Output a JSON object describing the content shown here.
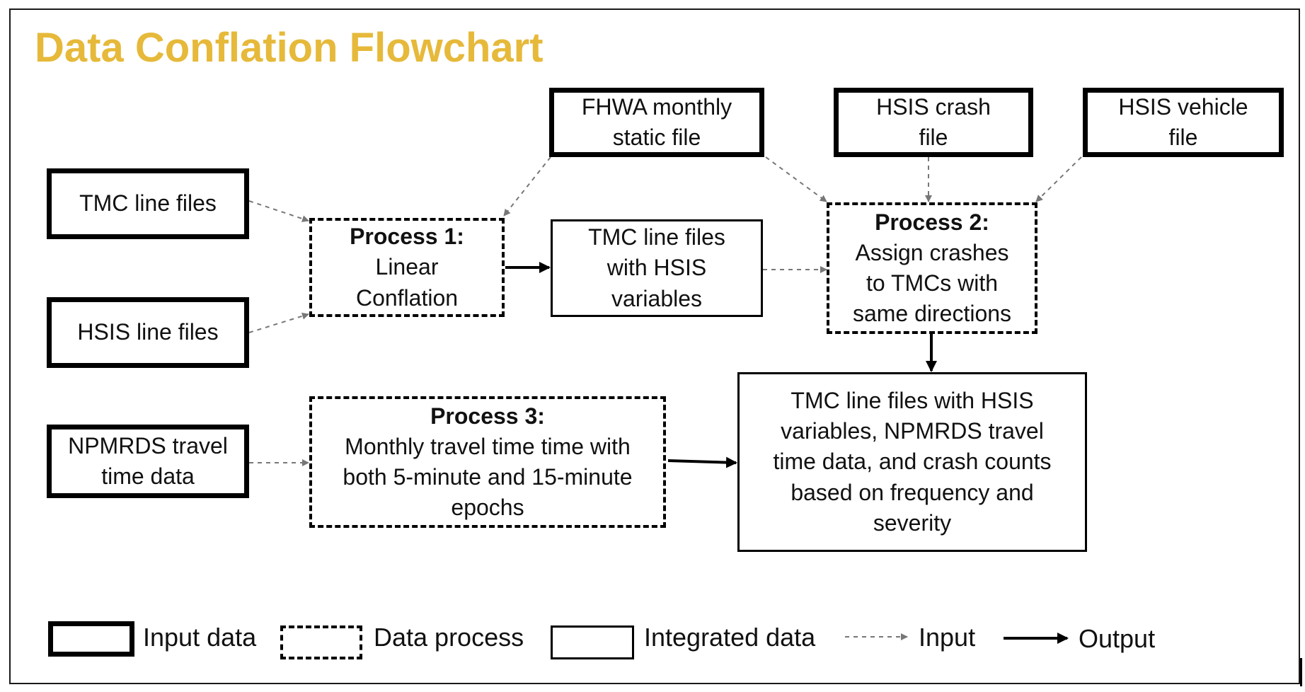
{
  "title": "Data Conflation Flowchart",
  "colors": {
    "title": "#e6b93a",
    "solid_arrow": "#000000",
    "dashed_arrow": "#777777"
  },
  "inputs": {
    "tmc_line": "TMC line files",
    "hsis_line": "HSIS line files",
    "npmrds": [
      "NPMRDS travel",
      "time data"
    ],
    "fhwa": [
      "FHWA monthly",
      "static file"
    ],
    "hsis_crash": [
      "HSIS crash",
      "file"
    ],
    "hsis_vehicle": [
      "HSIS vehicle",
      "file"
    ]
  },
  "processes": {
    "p1": {
      "head": "Process 1:",
      "lines": [
        "Linear",
        "Conflation"
      ]
    },
    "p2": {
      "head": "Process 2:",
      "lines": [
        "Assign crashes",
        "to TMCs with",
        "same directions"
      ]
    },
    "p3": {
      "head": "Process 3:",
      "lines": [
        "Monthly travel time time with",
        "both 5-minute and 15-minute",
        "epochs"
      ]
    }
  },
  "integrated": {
    "tmc_hsis": [
      "TMC line files",
      "with HSIS",
      "variables"
    ],
    "final": [
      "TMC line files with HSIS",
      "variables, NPMRDS travel",
      "time data, and crash counts",
      "based on frequency and",
      "severity"
    ]
  },
  "legend": {
    "input_data": "Input data",
    "data_process": "Data process",
    "integrated_data": "Integrated data",
    "input": "Input",
    "output": "Output"
  }
}
